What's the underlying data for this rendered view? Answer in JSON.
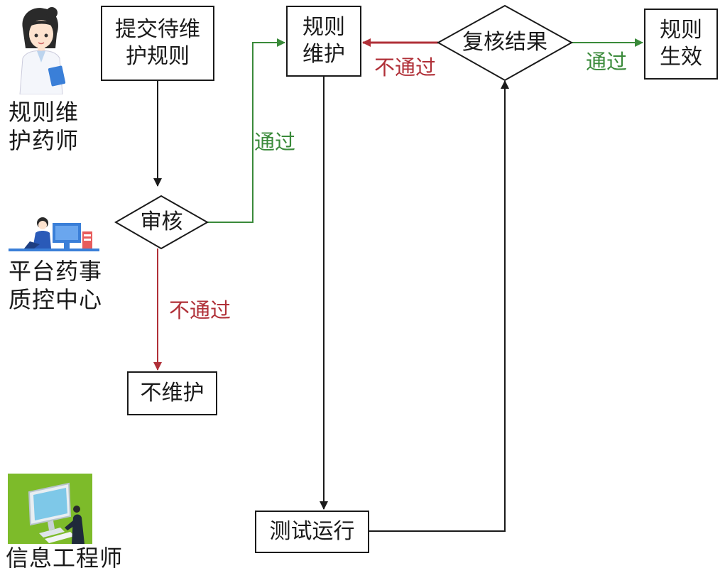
{
  "roles": {
    "pharmacist": "规则维\n护药师",
    "control_center": "平台药事\n质控中心",
    "engineer": "信息工程师"
  },
  "nodes": {
    "submit": "提交待维\n护规则",
    "review": "审核",
    "no_maintain": "不维护",
    "rule_maintain": "规则\n维护",
    "recheck_result": "复核结果",
    "rule_effective": "规则\n生效",
    "test_run": "测试运行"
  },
  "edge_labels": {
    "review_pass": "通过",
    "review_fail": "不通过",
    "recheck_fail": "不通过",
    "recheck_pass": "通过"
  },
  "colors": {
    "pass": "#3a8a3a",
    "fail": "#b03038",
    "line": "#1a1a1a"
  }
}
